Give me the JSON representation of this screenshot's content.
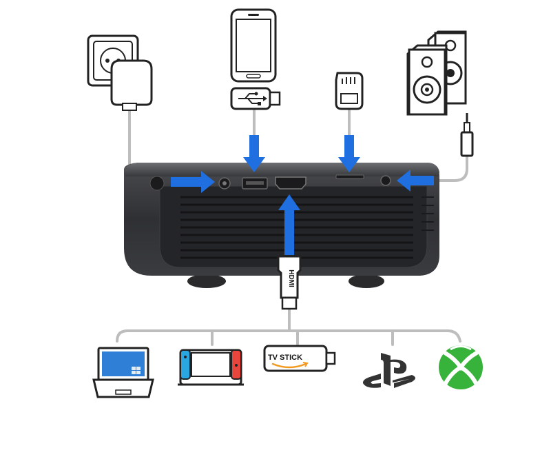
{
  "labels": {
    "hdmi": "HDMI",
    "tv_stick": "TV STICK"
  },
  "devices_top": [
    {
      "name": "power-outlet",
      "icon": "wall-socket-with-plug"
    },
    {
      "name": "smartphone",
      "icon": "smartphone-icon"
    },
    {
      "name": "usb-drive",
      "icon": "usb-flash-drive-icon"
    },
    {
      "name": "sd-card",
      "icon": "sd-card-icon"
    },
    {
      "name": "speakers",
      "icon": "speaker-pair-icon"
    },
    {
      "name": "audio-jack",
      "icon": "3.5mm-jack-icon"
    }
  ],
  "devices_bottom": [
    {
      "name": "laptop",
      "icon": "laptop-icon"
    },
    {
      "name": "game-console-switch",
      "icon": "handheld-console-icon"
    },
    {
      "name": "tv-stick",
      "icon": "tv-stick-icon"
    },
    {
      "name": "playstation",
      "icon": "playstation-logo"
    },
    {
      "name": "xbox",
      "icon": "xbox-logo"
    }
  ],
  "colors": {
    "arrow": "#1f6fe0",
    "cable": "#b8b8b8",
    "projector_body": "#2e2f32",
    "icon_stroke": "#222222",
    "laptop_screen": "#2f7fd6",
    "switch_red": "#e8453c",
    "switch_blue": "#2aa7e0",
    "xbox_green": "#37b33b",
    "amazon_orange": "#f39a1e"
  }
}
